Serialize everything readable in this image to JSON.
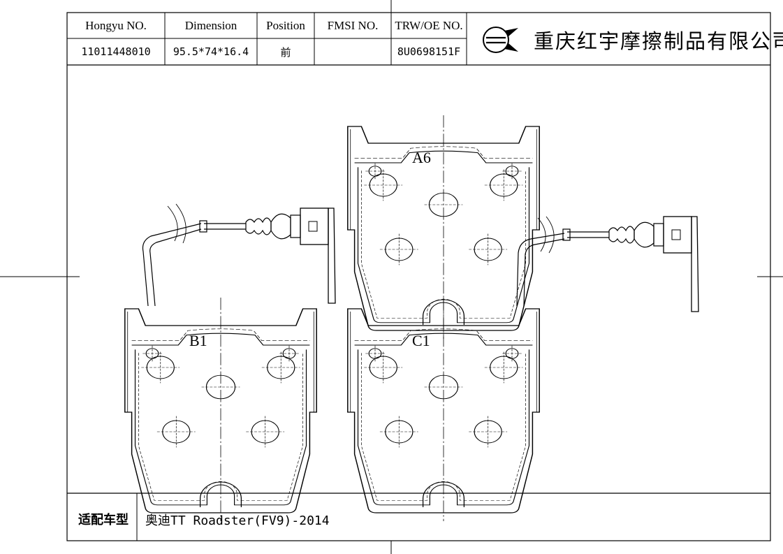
{
  "table": {
    "headers": [
      "Hongyu NO.",
      "Dimension",
      "Position",
      "FMSI NO.",
      "TRW/OE NO."
    ],
    "values": [
      "11011448010",
      "95.5*74*16.4",
      "前",
      "",
      "8U0698151F"
    ]
  },
  "company": {
    "name": "重庆红宇摩擦制品有限公司",
    "logo": "hongyu-logo"
  },
  "diagram": {
    "pads": [
      {
        "label": "A6"
      },
      {
        "label": "B1"
      },
      {
        "label": "C1"
      }
    ]
  },
  "vehicle": {
    "label": "适配车型",
    "value": "奥迪TT Roadster(FV9)-2014"
  }
}
